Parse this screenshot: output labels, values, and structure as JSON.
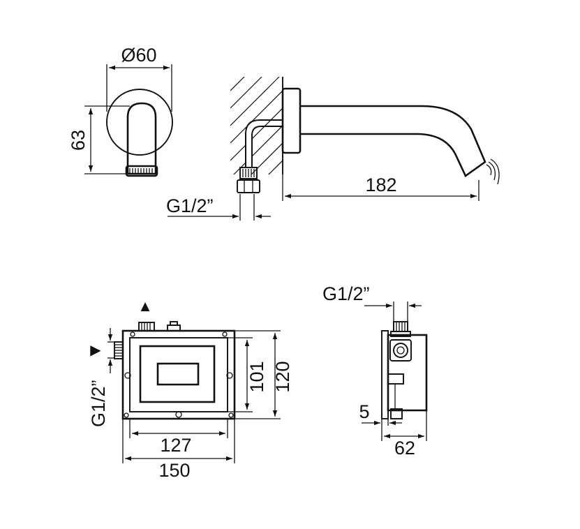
{
  "front_view": {
    "diameter_label": "Ø60",
    "height_label": "63"
  },
  "side_view": {
    "length_label": "182",
    "thread_label": "G1/2”"
  },
  "box_front": {
    "width_inner_label": "127",
    "width_outer_label": "150",
    "height_inner_label": "101",
    "height_outer_label": "120",
    "thread_label": "G1/2”",
    "flow_out_symbol": "▲",
    "flow_in_symbol": "▶"
  },
  "box_side": {
    "thread_label": "G1/2”",
    "depth_label": "62",
    "offset_label": "5"
  },
  "colors": {
    "ink": "#111111",
    "background": "#ffffff"
  }
}
